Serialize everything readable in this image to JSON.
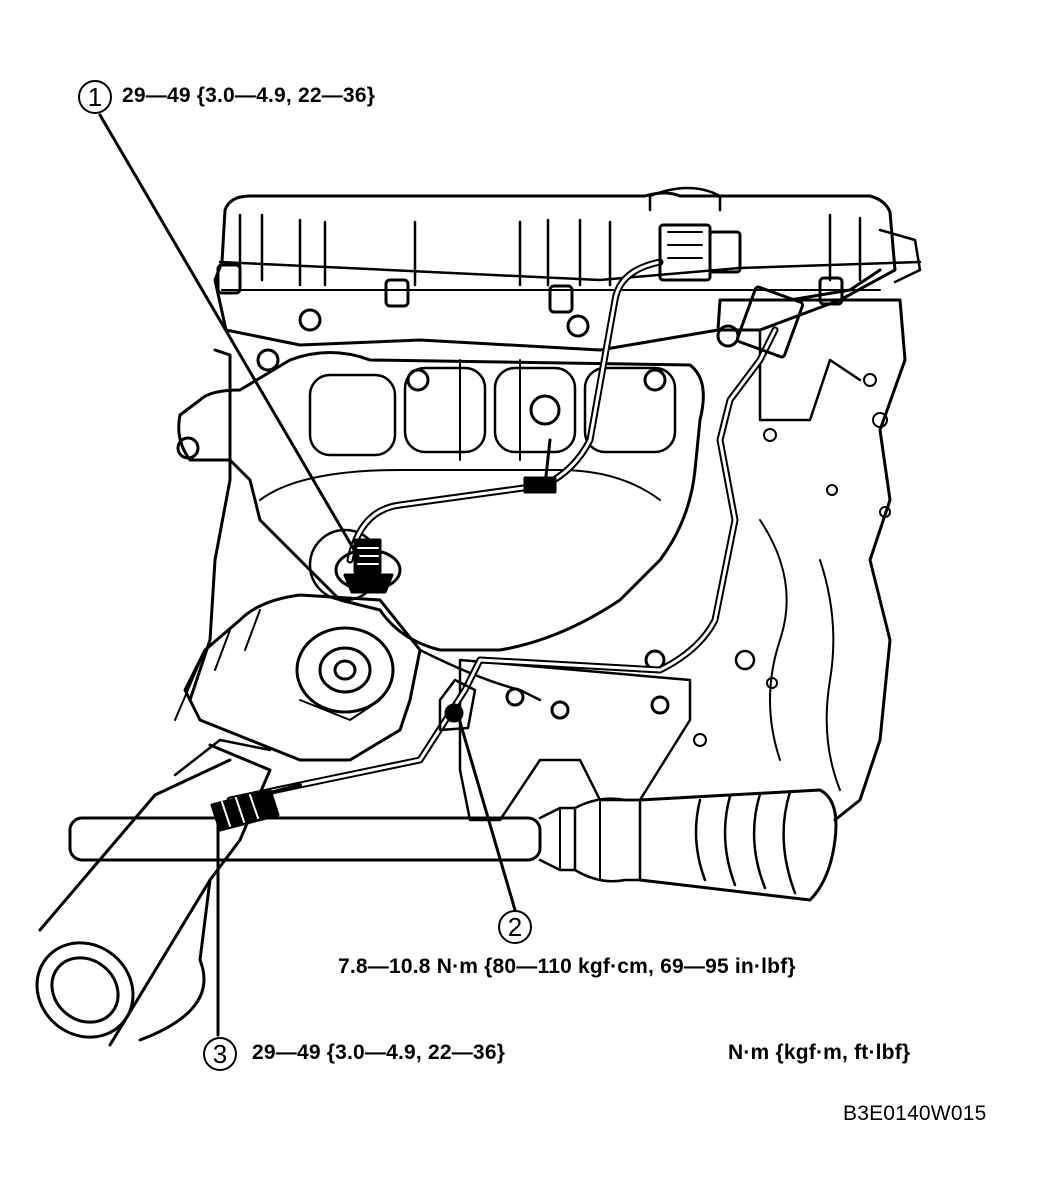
{
  "callouts": [
    {
      "number": "1",
      "torque": "29—49 {3.0—4.9, 22—36}"
    },
    {
      "number": "2",
      "torque": "7.8—10.8 N·m {80—110 kgf·cm, 69—95 in·lbf}"
    },
    {
      "number": "3",
      "torque": "29—49 {3.0—4.9, 22—36}"
    }
  ],
  "units_note": "N·m {kgf·m, ft·lbf}",
  "figure_code": "B3E0140W015",
  "colors": {
    "line": "#000000",
    "background": "#ffffff"
  }
}
